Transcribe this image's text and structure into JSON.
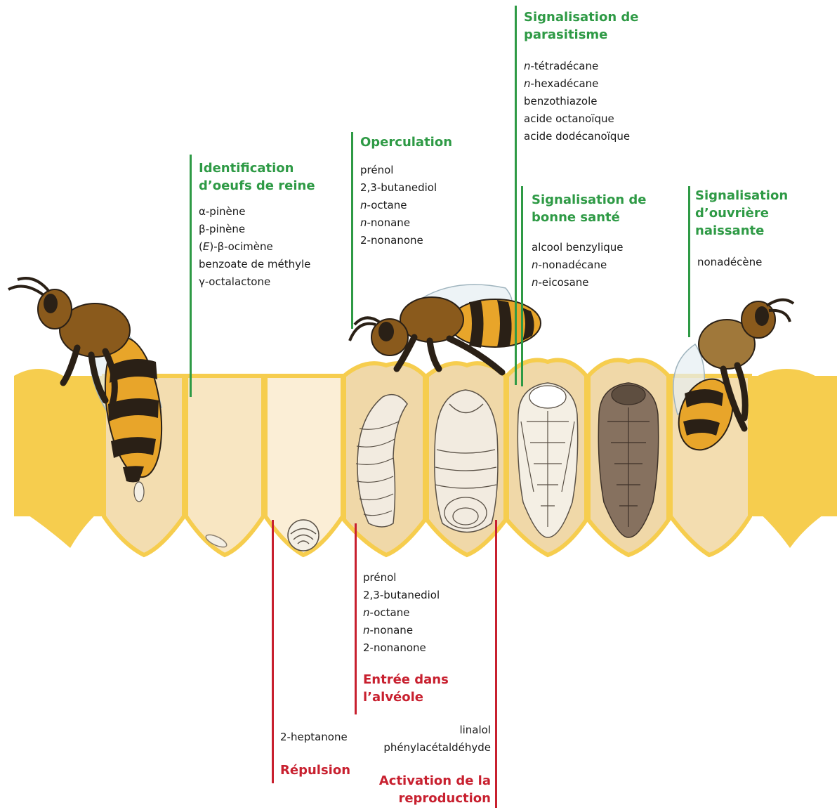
{
  "colors": {
    "comb": "#f6cd4e",
    "cell_shade": "#f3ddb0",
    "signal_green": "#2e9a45",
    "signal_red": "#c8202f",
    "larva": "#f2ebe0",
    "pupa_dark": "#86715f"
  },
  "signals": {
    "queen_eggs": {
      "title": [
        "Identification",
        "d’oeufs de reine"
      ],
      "compounds": [
        "α-pinène",
        "β-pinène",
        "(|E|)-β-ocimène",
        "benzoate de méthyle",
        "γ-octalactone"
      ]
    },
    "operculation": {
      "title": [
        "Operculation"
      ],
      "compounds": [
        "prénol",
        "2,3-butanediol",
        "|n|-octane",
        "|n|-nonane",
        "2-nonanone"
      ]
    },
    "parasitism": {
      "title": [
        "Signalisation de",
        "parasitisme"
      ],
      "compounds": [
        "|n|-tétradécane",
        "|n|-hexadécane",
        "benzothiazole",
        "acide octanoïque",
        "acide dodécanoïque"
      ]
    },
    "good_health": {
      "title": [
        "Signalisation de",
        "bonne santé"
      ],
      "compounds": [
        "alcool benzylique",
        "|n|-nonadécane",
        "|n|-eicosane"
      ]
    },
    "newborn_worker": {
      "title": [
        "Signalisation",
        "d’ouvrière naissante"
      ],
      "compounds": [
        "nonadécène"
      ]
    },
    "cell_entry": {
      "title": [
        "Entrée dans",
        "l’alvéole"
      ],
      "compounds": [
        "prénol",
        "2,3-butanediol",
        "|n|-octane",
        "|n|-nonane",
        "2-nonanone"
      ]
    },
    "repulsion": {
      "title": [
        "Répulsion"
      ],
      "compounds": [
        "2-heptanone"
      ]
    },
    "reproduction": {
      "title": [
        "Activation de la",
        "reproduction"
      ],
      "compounds": [
        "linalol",
        "phénylacétaldéhyde"
      ]
    }
  }
}
